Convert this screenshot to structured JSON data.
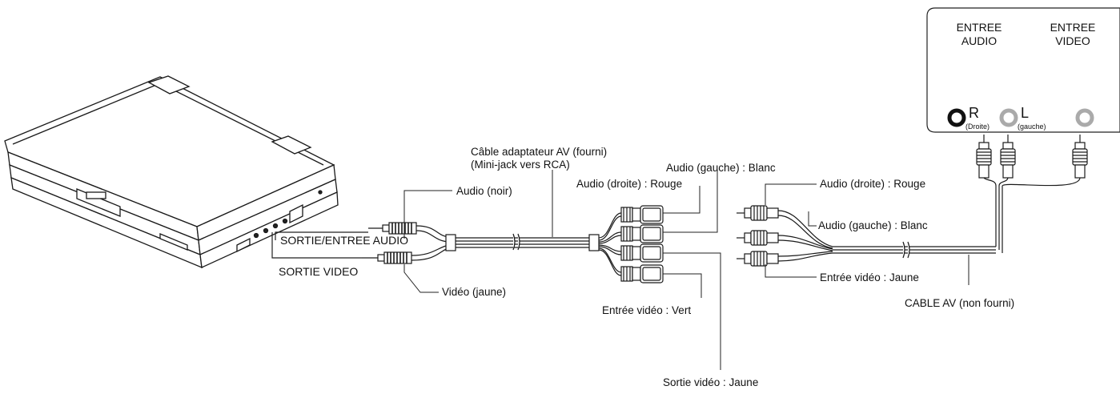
{
  "labels": {
    "cable_adapter_line1": "Câble adaptateur AV (fourni)",
    "cable_adapter_line2": "(Mini-jack vers RCA)",
    "audio_noir": "Audio (noir)",
    "sortie_entree_audio": "SORTIE/ENTREE AUDIO",
    "sortie_video": "SORTIE VIDEO",
    "video_jaune": "Vidéo (jaune)",
    "adapter_audio_gauche": "Audio (gauche) : Blanc",
    "adapter_audio_droite": "Audio (droite) : Rouge",
    "adapter_entree_video": "Entrée vidéo : Vert",
    "adapter_sortie_video": "Sortie vidéo : Jaune",
    "av_audio_droite": "Audio (droite) : Rouge",
    "av_audio_gauche": "Audio (gauche) : Blanc",
    "av_entree_video": "Entrée vidéo : Jaune",
    "cable_av": "CABLE AV (non fourni)"
  },
  "tv_panel": {
    "audio_title_1": "ENTREE",
    "audio_title_2": "AUDIO",
    "video_title_1": "ENTREE",
    "video_title_2": "VIDEO",
    "r_label": "R",
    "r_sub": "(Droite)",
    "l_label": "L",
    "l_sub": "(gauche)"
  },
  "icons": [
    "laptop-icon",
    "mini-jack-plug-icon",
    "rca-female-connector-icon",
    "rca-male-plug-icon",
    "tv-panel-jack-icon"
  ]
}
